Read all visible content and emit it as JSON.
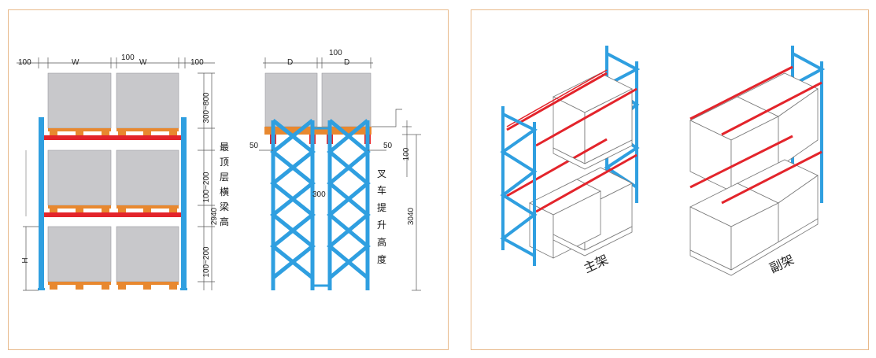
{
  "front_view": {
    "top_dims": [
      "100",
      "W",
      "100",
      "W",
      "100"
    ],
    "right_dims": [
      "300~800",
      "100~200",
      "2940",
      "100~200"
    ],
    "left_dim": "H",
    "beam_label": [
      "最",
      "顶",
      "层",
      "横",
      "梁",
      "高"
    ]
  },
  "side_view": {
    "top_dims": [
      "D",
      "100",
      "D"
    ],
    "left_dim": "50",
    "right_dim": "50",
    "gap_dim": "100",
    "mid_dim": "300",
    "height_dim": "3040",
    "lift_label": [
      "叉",
      "车",
      "提",
      "升",
      "高",
      "度"
    ]
  },
  "rack_captions": {
    "main": "主架",
    "sub": "副架"
  },
  "colors": {
    "upright": "#2f9fe0",
    "beam": "#e3242b",
    "pallet": "#e8882f",
    "load": "#c8c8cb",
    "frame_border": "#e8b98a"
  }
}
